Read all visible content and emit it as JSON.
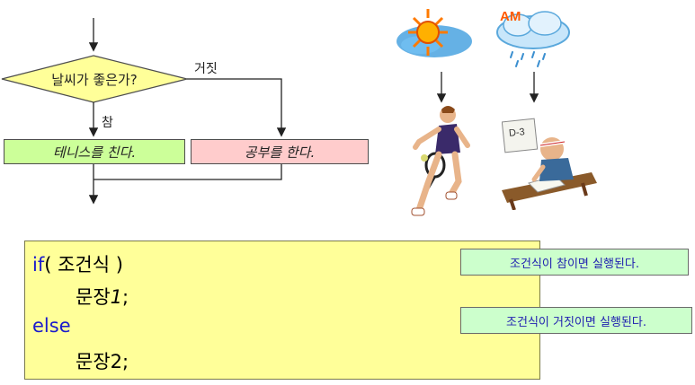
{
  "flowchart": {
    "condition": "날씨가 좋은가?",
    "false_label": "거짓",
    "true_label": "참",
    "true_action": "테니스를 친다.",
    "false_action": "공부를 한다."
  },
  "illustrations": {
    "weather_am_label": "AM",
    "calendar_label": "D-3"
  },
  "code": {
    "if_keyword": "if",
    "condition_text": "( 조건식 )",
    "stmt1_prefix": "문장",
    "stmt1_num": "1",
    "stmt1_suffix": ";",
    "else_keyword": "else",
    "stmt2_text": "문장2;"
  },
  "callouts": {
    "true_note": "조건식이 참이면 실행된다.",
    "false_note": "조건식이 거짓이면 실행된다."
  },
  "colors": {
    "diamond_fill": "#ffff99",
    "true_box_fill": "#ccff99",
    "false_box_fill": "#ffcccc",
    "code_bg": "#ffff99",
    "callout_bg": "#ccffcc",
    "keyword_color": "#1a1acc",
    "callout_text": "#2020b0"
  }
}
